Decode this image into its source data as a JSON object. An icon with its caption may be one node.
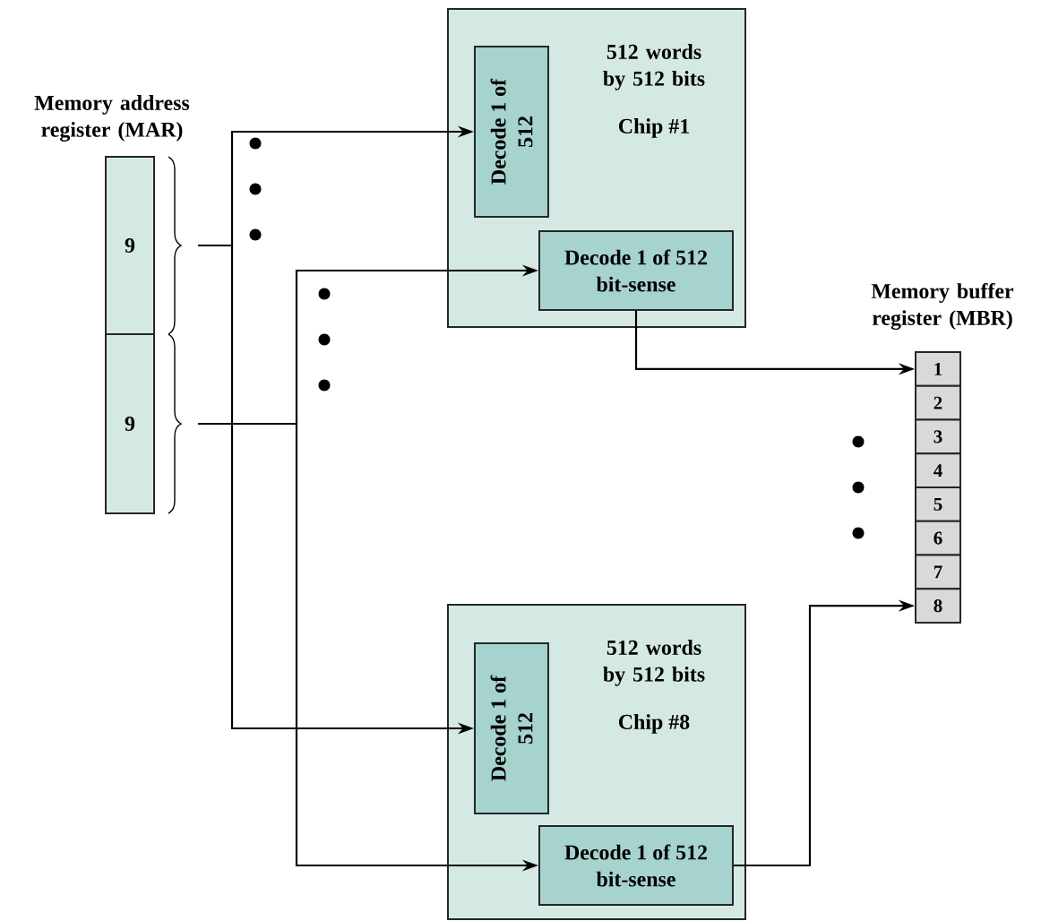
{
  "diagram": {
    "nodes": [
      {
        "text": [
          "9"
        ]
      },
      {
        "text": [
          "9"
        ]
      },
      {
        "text": [
          "512 words by 512 bits",
          "Chip #1"
        ]
      },
      {
        "text": [
          "Decode 1 of 512"
        ],
        "in": 2
      },
      {
        "text": [
          "Decode 1 of 512 bit-sense"
        ],
        "in": 2
      },
      {
        "text": [
          "512 words by 512 bits",
          "Chip #8"
        ]
      },
      {
        "text": [
          "Decode 1 of 512"
        ],
        "in": 5
      },
      {
        "text": [
          "Decode 1 of 512 bit-sense"
        ],
        "in": 5
      },
      {
        "text": [
          "1"
        ]
      },
      {
        "text": [
          "2"
        ]
      },
      {
        "text": [
          "3"
        ]
      },
      {
        "text": [
          "4"
        ]
      },
      {
        "text": [
          "5"
        ]
      },
      {
        "text": [
          "6"
        ]
      },
      {
        "text": [
          "7"
        ]
      },
      {
        "text": [
          "8"
        ]
      }
    ],
    "edges": [
      {
        "from": 0,
        "to": 3,
        "arrow": "to"
      },
      {
        "from": 0,
        "to": 6,
        "arrow": "to"
      },
      {
        "from": 1,
        "to": 4,
        "arrow": "to"
      },
      {
        "from": 1,
        "to": 7,
        "arrow": "to"
      },
      {
        "from": 4,
        "to": 8,
        "arrow": "to"
      },
      {
        "from": 7,
        "to": 15,
        "arrow": "to"
      }
    ],
    "labels": [
      "Memory address register (MAR)",
      "Memory buffer register (MBR)"
    ]
  }
}
